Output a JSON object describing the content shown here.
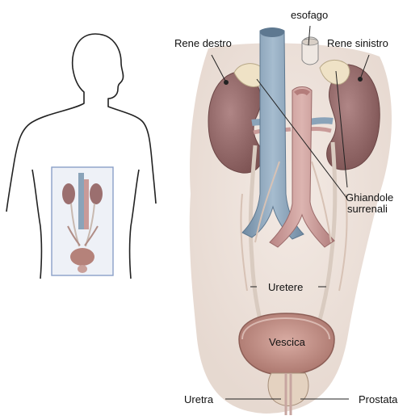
{
  "labels": {
    "esophagus": "esofago",
    "right_kidney": "Rene destro",
    "left_kidney": "Rene sinistro",
    "adrenal_line1": "Ghiandole",
    "adrenal_line2": "surrenali",
    "ureter": "Uretere",
    "bladder": "Vescica",
    "urethra": "Uretra",
    "prostate": "Prostata"
  },
  "colors": {
    "kidney": "#9b6f6f",
    "kidney_dark": "#7c5252",
    "vena_cava": "#8aa3b9",
    "aorta": "#c99a98",
    "tissue": "#e6d6cc",
    "adrenal": "#efe2c6",
    "bladder": "#c79289",
    "highlight_box": "#8aa0c8"
  }
}
